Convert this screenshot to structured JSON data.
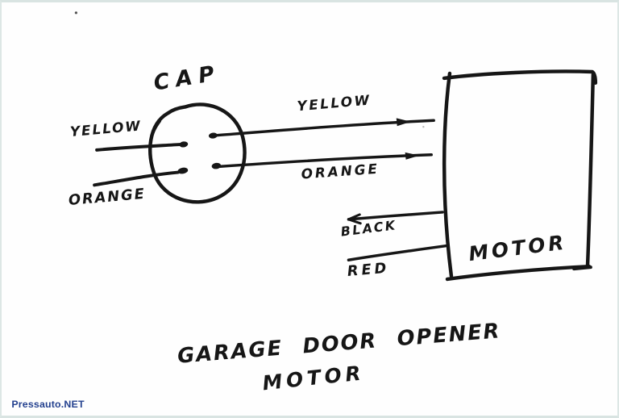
{
  "colors": {
    "ink": "#161616",
    "watermark_blue": "#24418f",
    "paper": "#fefefe",
    "border": "#d9e4e2"
  },
  "diagram": {
    "cap_label": "CAP",
    "motor_label": "MOTOR",
    "wire_labels": {
      "cap_in_top": "YELLOW",
      "cap_in_bottom": "ORANGE",
      "cap_to_motor_top": "YELLOW",
      "cap_to_motor_bottom": "ORANGE",
      "motor_black": "BLACK",
      "motor_red": "RED"
    },
    "caption_line1": "GARAGE DOOR OPENER",
    "caption_line2": "MOTOR"
  },
  "watermark": {
    "text": "Pressauto.NET"
  }
}
